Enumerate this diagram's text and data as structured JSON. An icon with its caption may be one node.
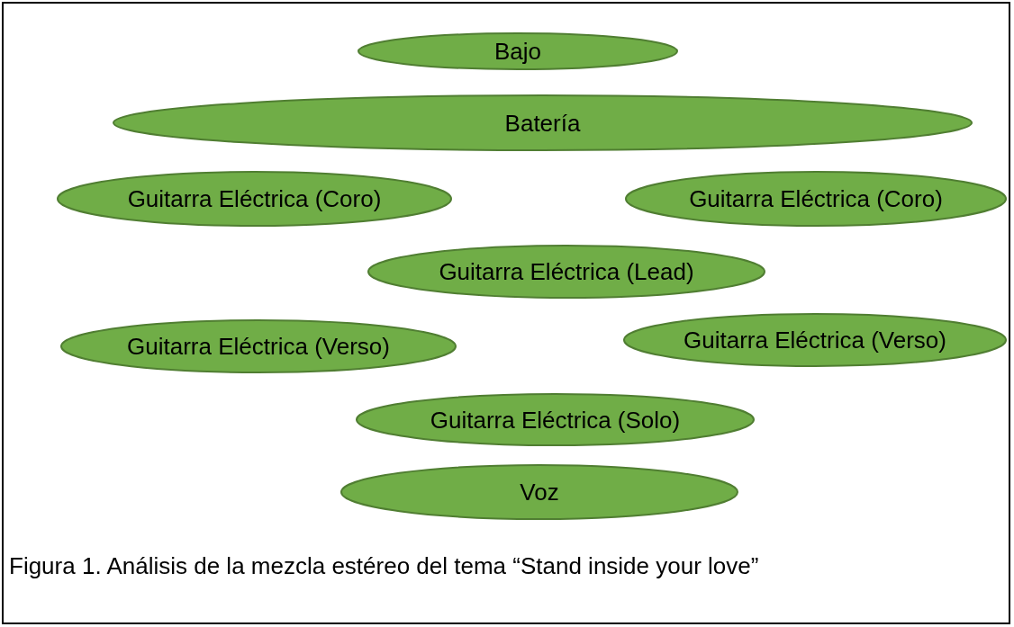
{
  "diagram": {
    "caption": "Figura 1. Análisis de la mezcla estéreo del tema “Stand inside your love”",
    "nodes": [
      {
        "text": [
          "Bajo"
        ]
      },
      {
        "text": [
          "Batería"
        ]
      },
      {
        "text": [
          "Guitarra Eléctrica (Coro)"
        ]
      },
      {
        "text": [
          "Guitarra Eléctrica (Coro)"
        ]
      },
      {
        "text": [
          "Guitarra Eléctrica (Lead)"
        ]
      },
      {
        "text": [
          "Guitarra Eléctrica (Verso)"
        ]
      },
      {
        "text": [
          "Guitarra Eléctrica (Verso)"
        ]
      },
      {
        "text": [
          "Guitarra Eléctrica (Solo)"
        ]
      },
      {
        "text": [
          "Voz"
        ]
      }
    ]
  }
}
